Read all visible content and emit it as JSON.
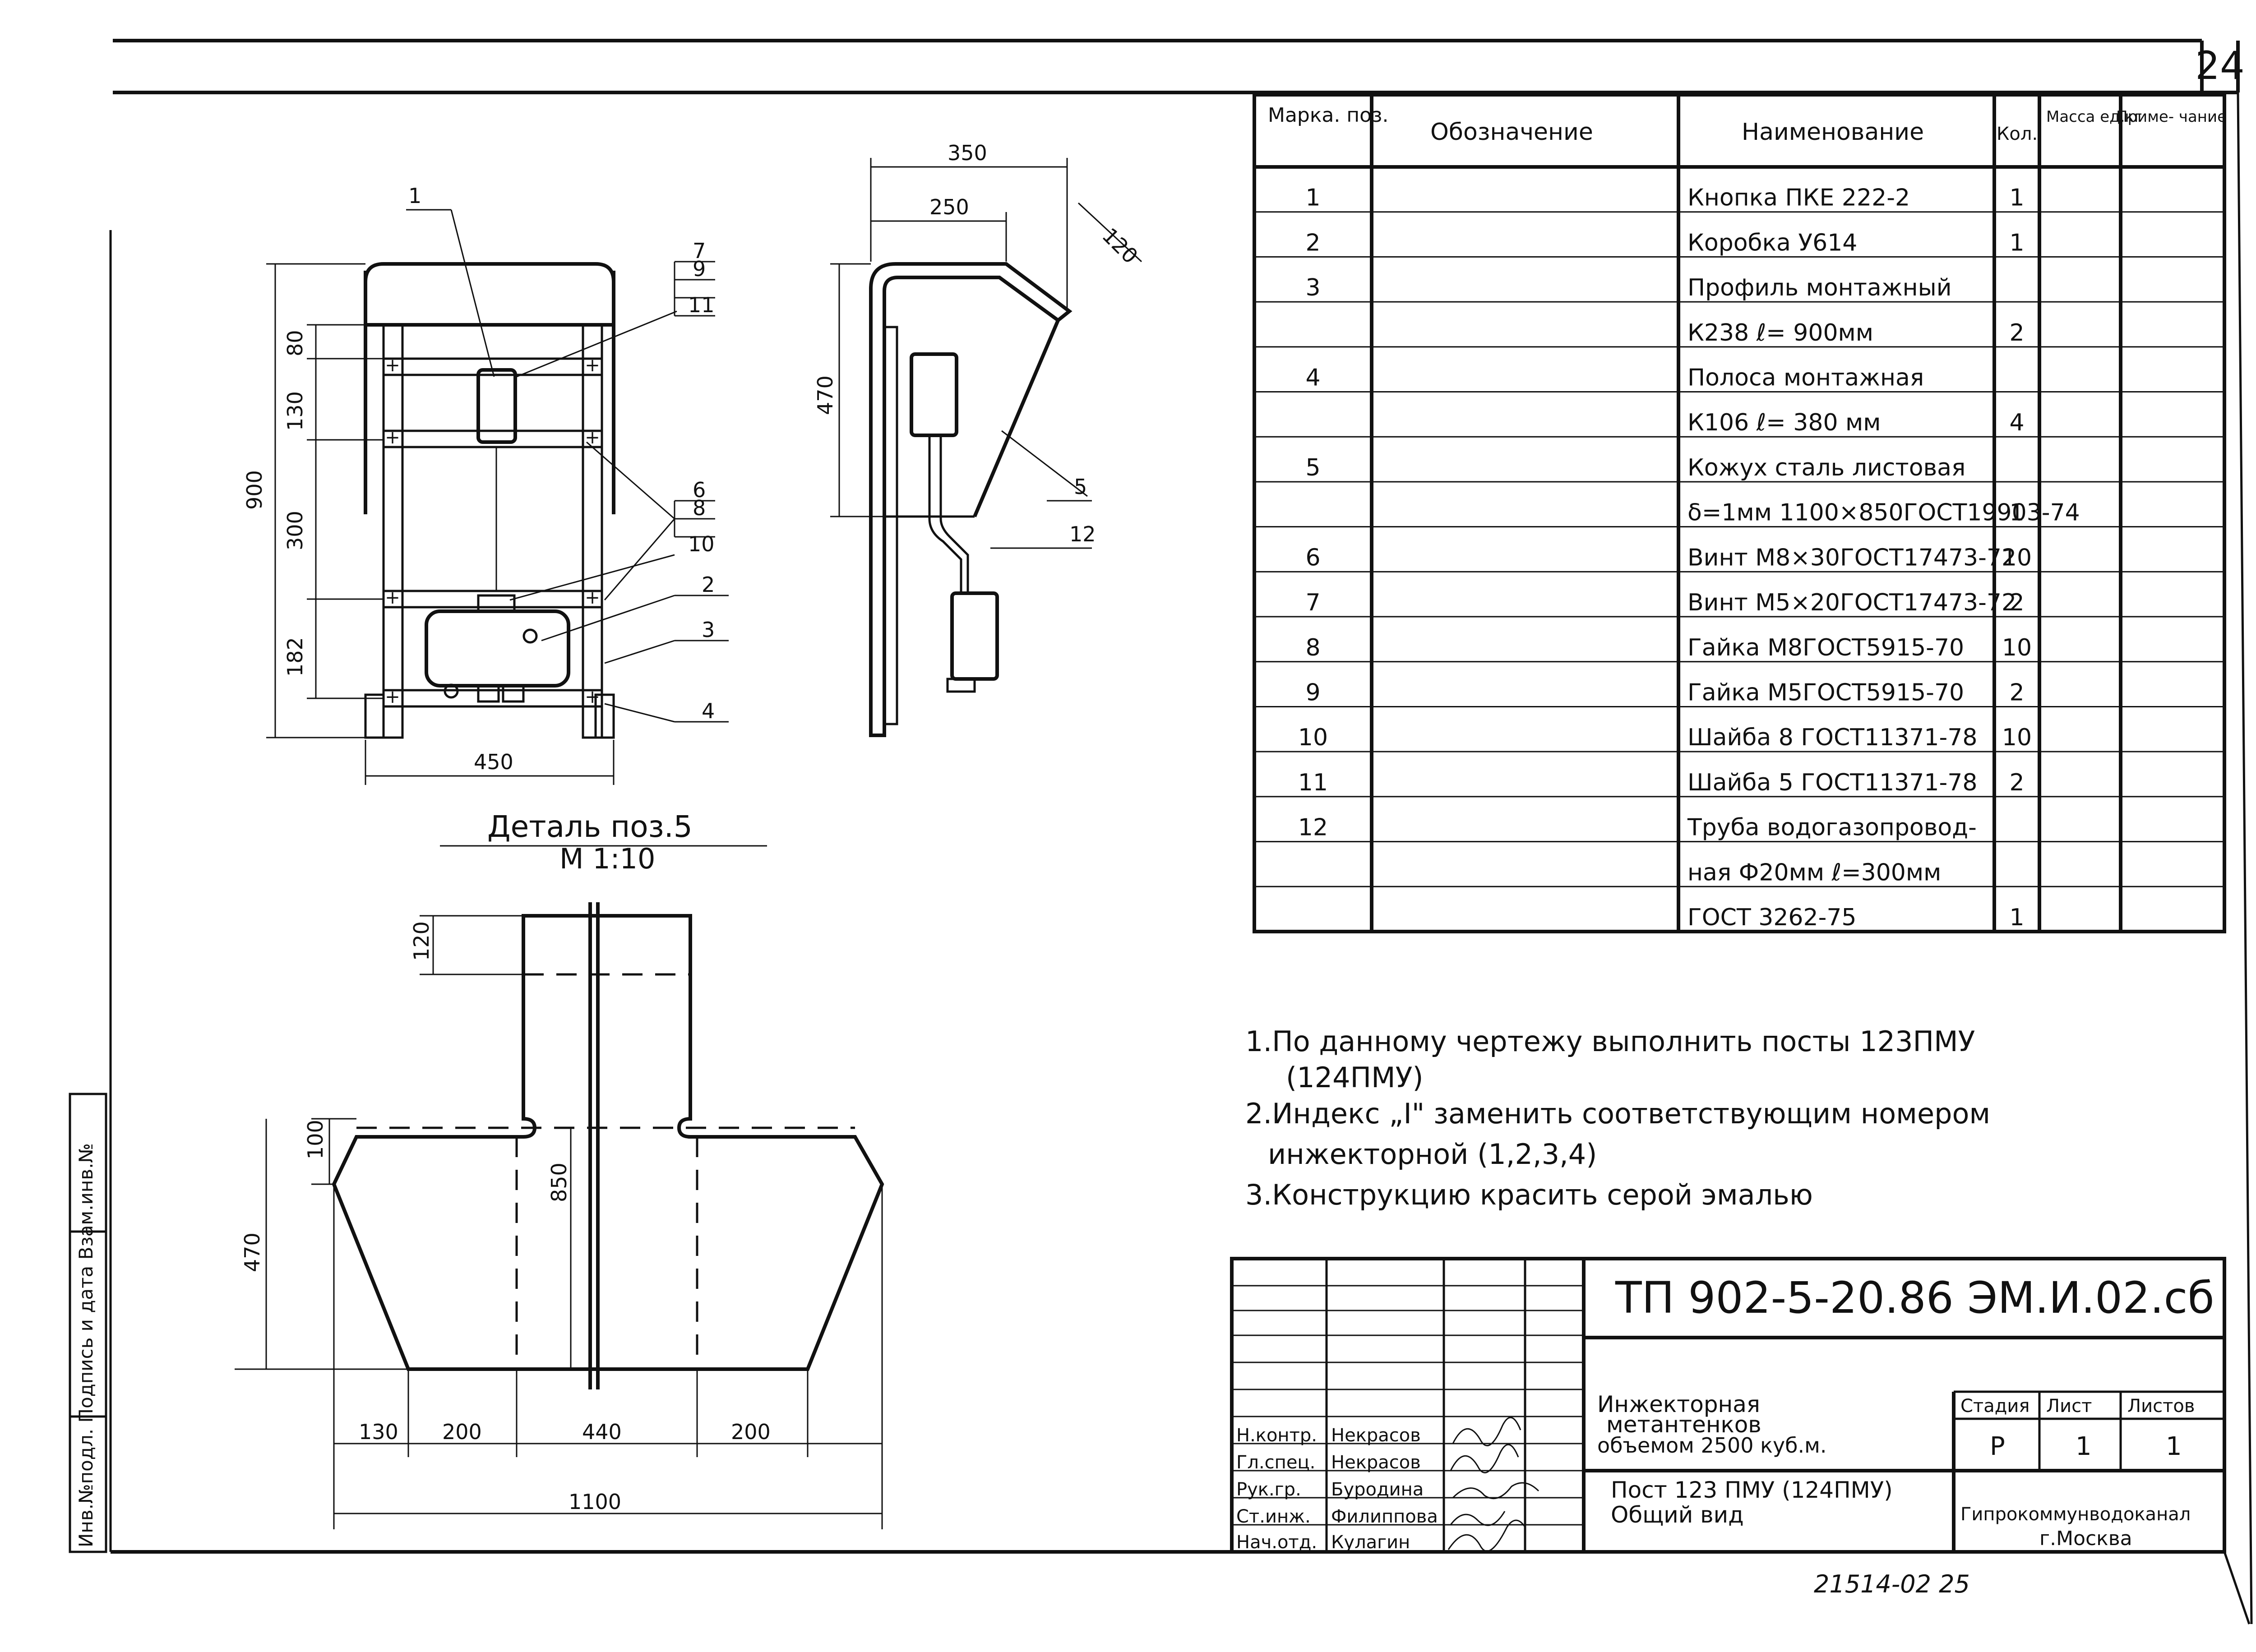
{
  "sheet_number": "24",
  "table": {
    "headers": [
      "Марка. поз.",
      "Обозначение",
      "Наименование",
      "Кол.",
      "Масса ед.кг",
      "Приме- чание"
    ],
    "rows": [
      {
        "pos": "1",
        "name": "Кнопка   ПКЕ 222-2",
        "qty": "1"
      },
      {
        "pos": "2",
        "name": "Коробка      У614",
        "qty": "1"
      },
      {
        "pos": "3",
        "name": "Профиль  монтажный",
        "qty": ""
      },
      {
        "pos": "",
        "name": "К238   ℓ= 900мм",
        "qty": "2"
      },
      {
        "pos": "4",
        "name": "Полоса  монтажная",
        "qty": ""
      },
      {
        "pos": "",
        "name": "К106    ℓ= 380 мм",
        "qty": "4"
      },
      {
        "pos": "5",
        "name": "Кожух сталь листовая",
        "qty": ""
      },
      {
        "pos": "",
        "name": "δ=1мм 1100×850ГОСТ19903-74",
        "qty": "1"
      },
      {
        "pos": "6",
        "name": "Винт М8×30ГОСТ17473-72",
        "qty": "10"
      },
      {
        "pos": "7",
        "name": "Винт М5×20ГОСТ17473-72",
        "qty": "2"
      },
      {
        "pos": "8",
        "name": "Гайка М8ГОСТ5915-70",
        "qty": "10"
      },
      {
        "pos": "9",
        "name": "Гайка М5ГОСТ5915-70",
        "qty": "2"
      },
      {
        "pos": "10",
        "name": "Шайба 8 ГОСТ11371-78",
        "qty": "10"
      },
      {
        "pos": "11",
        "name": "Шайба 5 ГОСТ11371-78",
        "qty": "2"
      },
      {
        "pos": "12",
        "name": "Труба водогазопровод-",
        "qty": ""
      },
      {
        "pos": "",
        "name": "ная  Ф20мм  ℓ=300мм",
        "qty": ""
      },
      {
        "pos": "",
        "name": "ГОСТ 3262-75",
        "qty": "1"
      }
    ]
  },
  "notes": [
    "1.По данному чертежу  выполнить   посты  123ПМУ",
    "(124ПМУ)",
    "2.Индекс „I\" заменить  соответствующим номером",
    "инжекторной   (1,2,3,4)",
    "3.Конструкцию   красить   серой   эмалью"
  ],
  "front_view": {
    "dims": [
      "80",
      "130",
      "300",
      "182",
      "900",
      "450"
    ],
    "callouts": [
      "1",
      "7",
      "9",
      "11",
      "6",
      "8",
      "10",
      "2",
      "3",
      "4"
    ]
  },
  "side_view": {
    "dims": [
      "350",
      "250",
      "120",
      "470",
      "12"
    ],
    "callouts": [
      "5"
    ]
  },
  "detail": {
    "title": "Деталь   поз.5",
    "scale": "М 1:10",
    "dims": [
      "120",
      "100",
      "470",
      "850",
      "130",
      "200",
      "440",
      "200",
      "1100"
    ]
  },
  "title_block": {
    "code": "ТП 902-5-20.86   ЭМ.И.02.сб",
    "project": [
      "Инжекторная",
      "метантенков",
      "объемом 2500 куб.м."
    ],
    "sheet_title": [
      "Пост 123 ПМУ (124ПМУ)",
      "Общий вид"
    ],
    "stage_header": "Стадия",
    "sheet_header": "Лист",
    "sheets_header": "Листов",
    "stage": "Р",
    "sheet": "1",
    "sheets": "1",
    "org": [
      "Гипрокоммунводоканал",
      "г.Москва"
    ],
    "signatures": [
      {
        "role": "Н.контр.",
        "name": "Некрасов"
      },
      {
        "role": "Гл.спец.",
        "name": "Некрасов"
      },
      {
        "role": "Рук.гр.",
        "name": "Буродина"
      },
      {
        "role": "Ст.инж.",
        "name": "Филиппова"
      },
      {
        "role": "Нач.отд.",
        "name": "Кулагин"
      }
    ]
  },
  "bottom_code": "21514-02   25",
  "side_stamp": "Инв.№подл.  Подпись и дата  Взам.инв.№"
}
